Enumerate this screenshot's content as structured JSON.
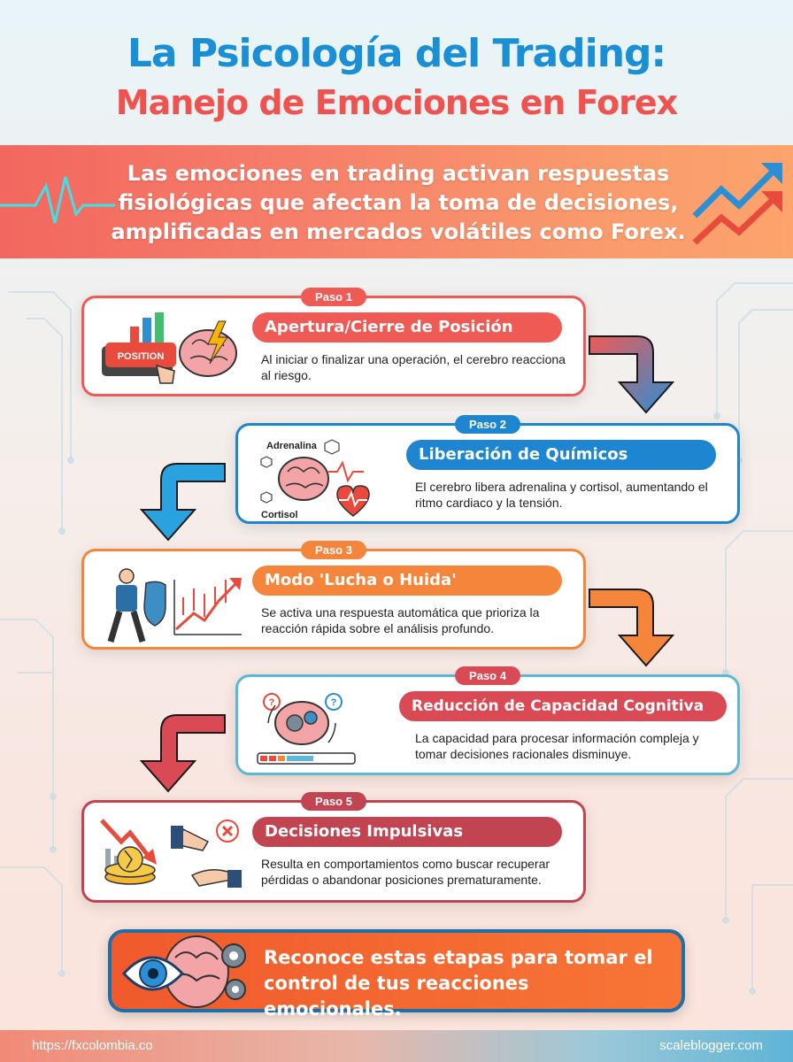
{
  "title": {
    "line1": "La Psicología del Trading:",
    "line2": "Manejo de Emociones en Forex"
  },
  "banner": {
    "text": "Las emociones en trading activan respuestas fisiológicas que afectan la toma de decisiones, amplificadas en mercados volátiles como Forex."
  },
  "steps": [
    {
      "badge": "Paso 1",
      "title": "Apertura/Cierre de Posición",
      "description": "Al iniciar o finalizar una operación, el cerebro reacciona al riesgo.",
      "illustration_label": "POSITION",
      "color": "#ef5a55"
    },
    {
      "badge": "Paso 2",
      "title": "Liberación de Químicos",
      "description": "El cerebro libera adrenalina y cortisol, aumentando el ritmo cardiaco y la tensión.",
      "illustration_labels": [
        "Adrenalina",
        "Cortisol"
      ],
      "color": "#1e86d1"
    },
    {
      "badge": "Paso 3",
      "title": "Modo 'Lucha o Huida'",
      "description": "Se activa una respuesta automática que prioriza la reacción rápida sobre el análisis profundo.",
      "color": "#f5853a"
    },
    {
      "badge": "Paso 4",
      "title": "Reducción de Capacidad Cognitiva",
      "description": "La capacidad para procesar información compleja y tomar decisiones racionales disminuye.",
      "color": "#d94a55"
    },
    {
      "badge": "Paso 5",
      "title": "Decisiones Impulsivas",
      "description": "Resulta en comportamientos como buscar recuperar pérdidas o abandonar posiciones prematuramente.",
      "color": "#c24450"
    }
  ],
  "cta": {
    "text": "Reconoce estas etapas para tomar el control de tus reacciones emocionales."
  },
  "footer": {
    "left": "https://fxcolombia.co",
    "right": "scaleblogger.com"
  }
}
